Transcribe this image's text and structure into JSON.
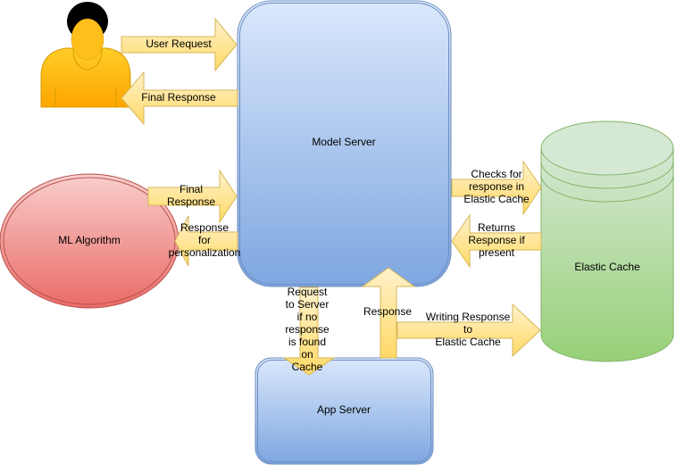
{
  "nodes": {
    "user": {
      "icon": "user-icon"
    },
    "model_server": {
      "label": "Model Server",
      "color_top": "#dae8fc",
      "color_bottom": "#7ea6e0",
      "stroke": "#6c8ebf"
    },
    "app_server": {
      "label": "App Server",
      "color_top": "#dae8fc",
      "color_bottom": "#7ea6e0",
      "stroke": "#6c8ebf"
    },
    "ml_algorithm": {
      "label": "ML Algorithm",
      "color_top": "#f8cecc",
      "color_bottom": "#ea6b66",
      "stroke": "#b85450"
    },
    "elastic_cache": {
      "label": "Elastic Cache",
      "color_top": "#d5e8d4",
      "color_bottom": "#97d077",
      "stroke": "#82b366"
    }
  },
  "arrow_colors": {
    "fill": "#fff2cc",
    "fill_dark": "#ffd966",
    "stroke": "#d6b656"
  },
  "edges": {
    "user_request": "User Request",
    "final_response_user": "Final Response",
    "final_response_ml": "Final\nResponse",
    "response_personalization": "Response\nfor\npersonalization",
    "checks_cache": "Checks for\nresponse in\nElastic Cache",
    "returns_response": "Returns\nResponse if\npresent",
    "request_to_server": "Request\nto Server\nif no\nresponse\nis found\non\nCache",
    "response_up": "Response",
    "writing_response": "Writing Response\nto\nElastic Cache"
  }
}
